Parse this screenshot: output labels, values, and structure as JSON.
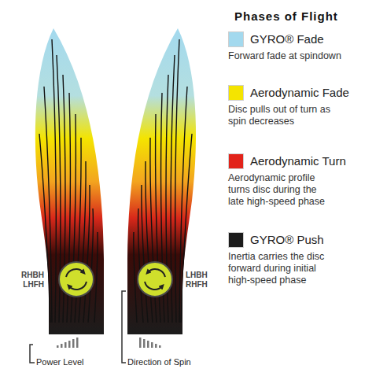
{
  "diagram": {
    "title": "Phases of Flight",
    "labels": [
      "RHBH LHFH",
      "LHBH RHFH",
      "Power Level",
      "Direction of Spin",
      "Forward fade at spindown",
      "Disc pulls out of turn as spin decreases",
      "Aerodynamic profile turns disc during the late high-speed phase",
      "Inertia carries the disc forward during initial high-speed phase"
    ],
    "legend": [
      {
        "text": "GYRO® Fade",
        "color": "#a3d9ee"
      },
      {
        "text": "Aerodynamic Fade",
        "color": "#f4e400"
      },
      {
        "text": "Aerodynamic Turn",
        "color": "#e2231a"
      },
      {
        "text": "GYRO® Push",
        "color": "#1c1c1c"
      }
    ]
  }
}
